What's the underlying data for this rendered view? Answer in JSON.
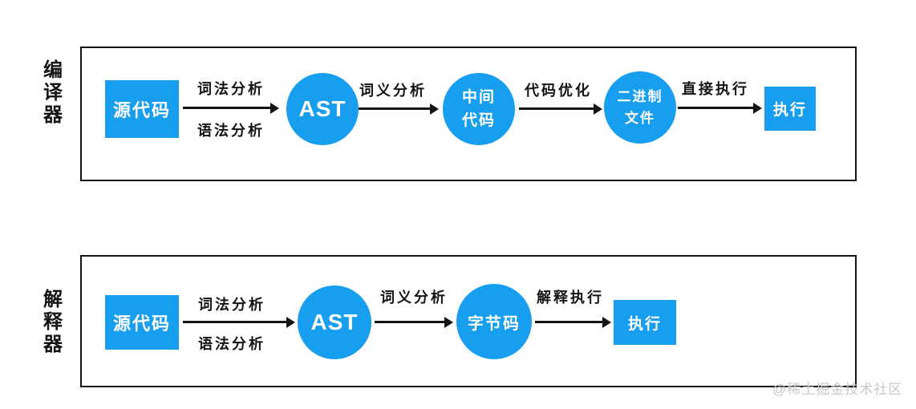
{
  "diagram": {
    "watermark": "@稀土掘金技术社区",
    "colors": {
      "node_blue": "#189eef",
      "line_black": "#141414",
      "watermark_gray": "#c9c9c9"
    },
    "compiler": {
      "side_label": "编译器",
      "nodes": {
        "source": "源代码",
        "ast": "AST",
        "intermediate": "中间\n代码",
        "binary": "二进制\n文件",
        "execute": "执行"
      },
      "edges": {
        "e1_top": "词法分析",
        "e1_bottom": "语法分析",
        "e2": "词义分析",
        "e3": "代码优化",
        "e4": "直接执行"
      }
    },
    "interpreter": {
      "side_label": "解释器",
      "nodes": {
        "source": "源代码",
        "ast": "AST",
        "bytecode": "字节码",
        "execute": "执行"
      },
      "edges": {
        "e1_top": "词法分析",
        "e1_bottom": "语法分析",
        "e2": "词义分析",
        "e3": "解释执行"
      }
    }
  }
}
